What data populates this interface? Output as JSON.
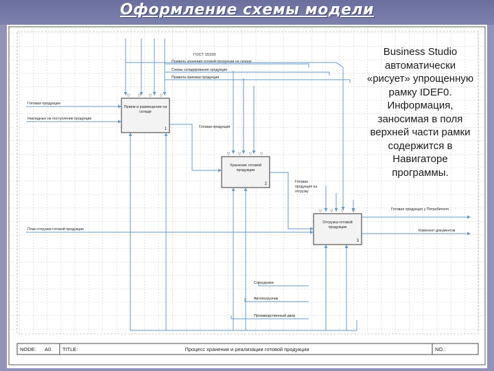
{
  "slide_title": "Оформление схемы модели",
  "note": "Business Studio автоматически «рисует» упрощенную рамку IDEF0. Информация, заносимая в поля верхней части рамки содержится в Навигаторе программы.",
  "colors": {
    "frame_bg": "#8f93b8",
    "arrow": "#6a9ac6",
    "box_border": "#333333",
    "box_fill": "#f3f3f3",
    "grid": "#cfcfcf"
  },
  "diagram": {
    "boxes": [
      {
        "label": "Прием и размещение на складе",
        "number": "1"
      },
      {
        "label": "Хранение готовой продукции",
        "number": "2"
      },
      {
        "label": "Отгрузка готовой продукции",
        "number": "3"
      }
    ],
    "controls": {
      "top": "ГОСТ 15150",
      "items": [
        "Правила хранения готовой продукции на складе",
        "Схемы складирования продукции",
        "Правила приемки продукции"
      ]
    },
    "inputs": [
      "Готовая продукция",
      "Накладные на поступление продукции"
    ],
    "internal": [
      "Готовая продукция",
      "Готовая продукция на отгрузку"
    ],
    "plan_input": "План отгрузки готовой продукции",
    "outputs": [
      "Готовая продукция у Потребителя",
      "Комплект документов"
    ],
    "mechanisms": [
      "Сотрудники",
      "Автопогрузчик",
      "Производственный двор"
    ]
  },
  "frame": {
    "node_label": "NODE:",
    "node_value": "A0",
    "title_label": "TITLE:",
    "title_value": "Процесс хранения и реализации готовой продукции",
    "no_label": "NO.:"
  }
}
